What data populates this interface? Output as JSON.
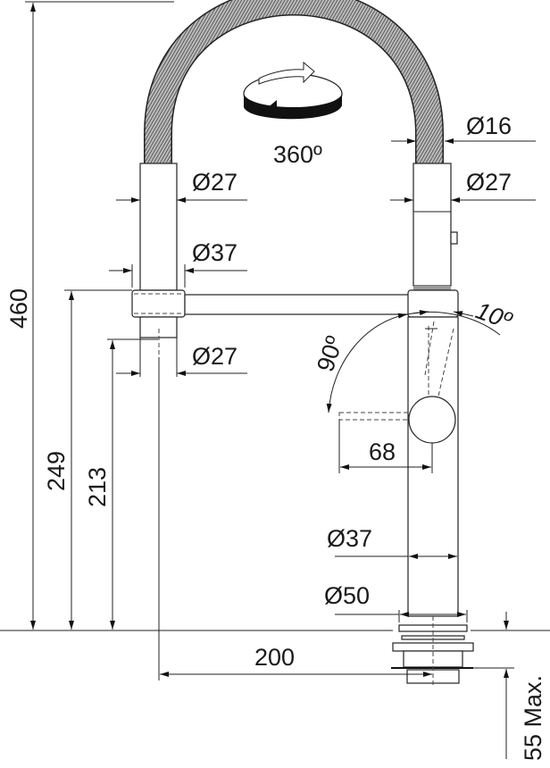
{
  "title": "Pull-out spray kitchen mixer dimension drawing",
  "dimensions": {
    "total_height": "460",
    "spout_height": "249",
    "outlet_height": "213",
    "reach": "200",
    "handle_length": "68",
    "max_deck_thickness": "55 Max.",
    "hose_diameter": "Ø16",
    "spray_head_diameter": "Ø27",
    "left_upper_diameter": "Ø27",
    "left_ring_diameter": "Ø37",
    "left_lower_diameter": "Ø27",
    "body_diameter": "Ø37",
    "base_diameter": "Ø50",
    "rotation": "360º",
    "handle_angle": "90º",
    "tilt_angle": "10º"
  },
  "colors": {
    "line": "#222222",
    "hose": "#555555"
  }
}
